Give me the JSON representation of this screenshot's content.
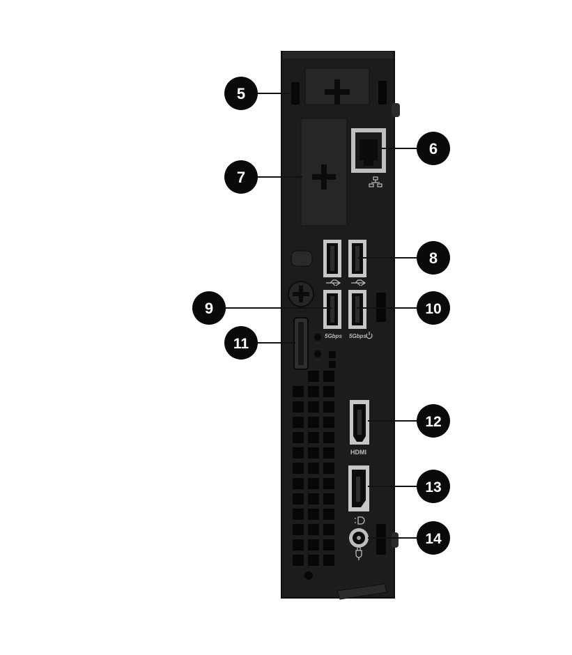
{
  "colors": {
    "chassis": "#1c1c1c",
    "chassis_edge": "#0e0e0e",
    "port_metal": "#c9c9c9",
    "callout_fill": "#0a0a0a",
    "callout_text": "#ffffff",
    "leader_line": "#111111"
  },
  "port_labels": {
    "usb_speed_left": "5Gbps",
    "usb_speed_right": "5Gbps",
    "hdmi": "HDMI"
  },
  "callouts": [
    {
      "id": "5",
      "label": "5"
    },
    {
      "id": "6",
      "label": "6"
    },
    {
      "id": "7",
      "label": "7"
    },
    {
      "id": "8",
      "label": "8"
    },
    {
      "id": "9",
      "label": "9"
    },
    {
      "id": "10",
      "label": "10"
    },
    {
      "id": "11",
      "label": "11"
    },
    {
      "id": "12",
      "label": "12"
    },
    {
      "id": "13",
      "label": "13"
    },
    {
      "id": "14",
      "label": "14"
    }
  ],
  "icons": [
    "network-icon",
    "usb-icon",
    "displayport-icon",
    "power-plug-icon",
    "power-button-icon"
  ]
}
